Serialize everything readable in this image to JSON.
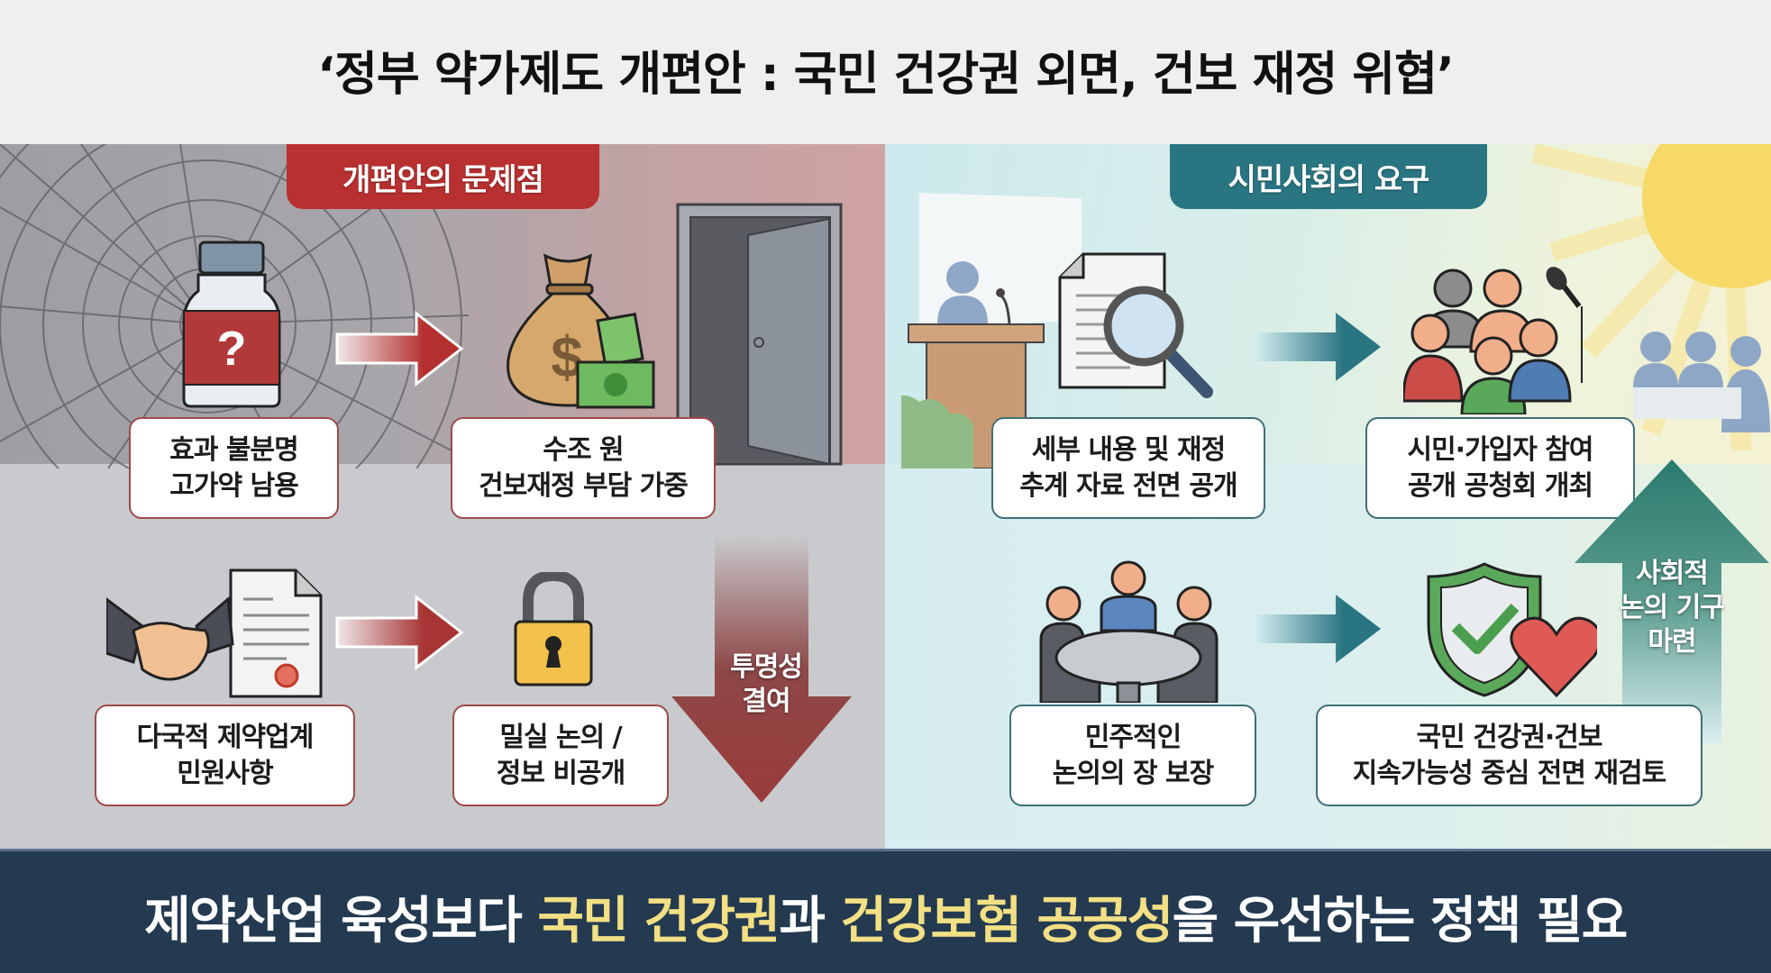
{
  "title": "‘정부 약가제도 개편안 : 국민 건강권 외면, 건보 재정 위협’",
  "colors": {
    "problem_red": "#b8302f",
    "demand_teal": "#2a7582",
    "banner_navy": "#233a50",
    "highlight_yellow": "#f3df84"
  },
  "left_panel": {
    "badge": "개편안의 문제점",
    "items": [
      {
        "icon": "medicine-bottle-question-icon",
        "line1": "효과 불분명",
        "line2": "고가약 남용"
      },
      {
        "icon": "money-bag-icon",
        "line1": "수조 원",
        "line2": "건보재정 부담 가중"
      },
      {
        "icon": "handshake-contract-icon",
        "line1": "다국적 제약업계",
        "line2": "민원사항"
      },
      {
        "icon": "padlock-icon",
        "line1": "밀실 논의 /",
        "line2": "정보 비공개"
      }
    ],
    "side_arrow": {
      "line1": "투명성",
      "line2": "결여"
    },
    "decor": [
      "spider-web-icon",
      "open-door-icon"
    ]
  },
  "right_panel": {
    "badge": "시민사회의 요구",
    "items": [
      {
        "icon": "document-magnifier-icon",
        "line1": "세부 내용 및 재정",
        "line2": "추계 자료 전면 공개"
      },
      {
        "icon": "citizen-crowd-microphone-icon",
        "line1": "시민·가입자 참여",
        "line2": "공개 공청회 개최"
      },
      {
        "icon": "round-table-meeting-icon",
        "line1": "민주적인",
        "line2": "논의의 장 보장"
      },
      {
        "icon": "shield-heart-icon",
        "line1": "국민 건강권·건보",
        "line2": "지속가능성 중심 전면 재검토"
      }
    ],
    "side_arrow": {
      "line1": "사회적",
      "line2": "논의 기구",
      "line3": "마련"
    },
    "decor": [
      "podium-speaker-icon",
      "sun-icon",
      "audience-icon"
    ]
  },
  "bottom_banner": {
    "part1": "제약산업 육성보다 ",
    "highlight1": "국민 건강권",
    "part2": "과 ",
    "highlight2": "건강보험 공공성",
    "part3": "을 우선하는 정책 필요"
  }
}
